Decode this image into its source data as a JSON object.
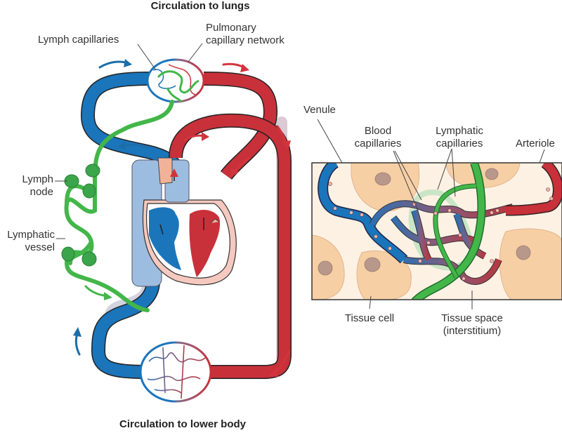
{
  "titles": {
    "top": "Circulation to lungs",
    "bottom": "Circulation to lower body"
  },
  "labels": {
    "lymph_capillaries": "Lymph capillaries",
    "pulmonary_line1": "Pulmonary",
    "pulmonary_line2": "capillary network",
    "lymph_node_line1": "Lymph",
    "lymph_node_line2": "node",
    "lymphatic_vessel_line1": "Lymphatic",
    "lymphatic_vessel_line2": "vessel",
    "venule": "Venule",
    "blood_capillaries_line1": "Blood",
    "blood_capillaries_line2": "capillaries",
    "lymphatic_capillaries_line1": "Lymphatic",
    "lymphatic_capillaries_line2": "capillaries",
    "arteriole": "Arteriole",
    "tissue_cell": "Tissue cell",
    "tissue_space_line1": "Tissue space",
    "tissue_space_line2": "(interstitium)"
  },
  "colors": {
    "venous_blue": "#1a75bb",
    "arterial_red": "#c8313a",
    "lymph_green": "#43b649",
    "lymph_node_green": "#3aa54a",
    "tissue_cell": "#f7cfa5",
    "tissue_bg": "#fdf1e4",
    "nucleus": "#b8988a",
    "arrow_blue": "#1b6ea8",
    "arrow_red": "#d2343c",
    "shadow": "#c9b3c4",
    "heart_light_blue": "#9dbde0",
    "heart_pink": "#f5c9bf"
  }
}
